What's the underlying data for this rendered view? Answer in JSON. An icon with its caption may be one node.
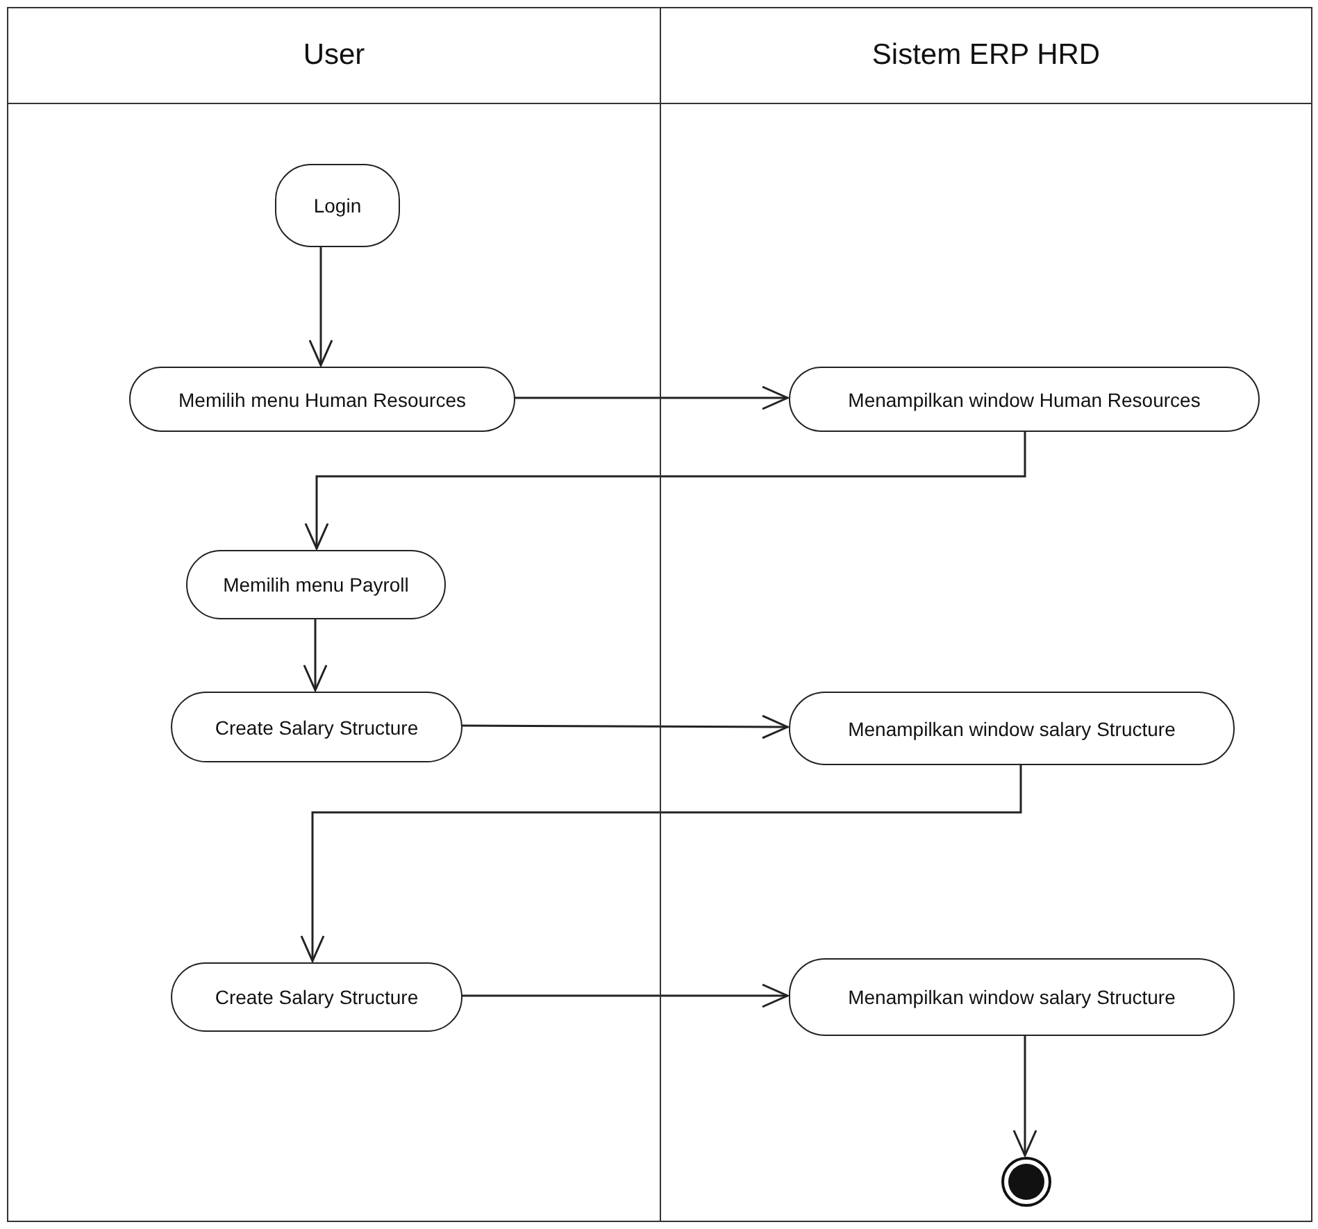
{
  "diagram": {
    "nodes": [
      {
        "text": [
          "User"
        ]
      },
      {
        "text": [
          "Sistem ERP HRD"
        ]
      },
      {
        "text": [
          "Login"
        ],
        "in": 0
      },
      {
        "text": [
          "Memilih menu Human Resources"
        ],
        "in": 0
      },
      {
        "text": [
          "Menampilkan window Human Resources"
        ],
        "in": 1
      },
      {
        "text": [
          "Memilih menu Payroll"
        ],
        "in": 0
      },
      {
        "text": [
          "Create Salary Structure"
        ],
        "in": 0
      },
      {
        "text": [
          "Menampilkan window salary Structure"
        ],
        "in": 1
      },
      {
        "text": [
          "Create Salary Structure"
        ],
        "in": 0
      },
      {
        "text": [
          "Menampilkan window salary Structure"
        ],
        "in": 1
      },
      {
        "text": [],
        "shape": "circle",
        "in": 1
      }
    ],
    "edges": [
      {
        "from": 2,
        "to": 3,
        "arrow": "to"
      },
      {
        "from": 3,
        "to": 4,
        "arrow": "to"
      },
      {
        "from": 4,
        "to": 5,
        "arrow": "to"
      },
      {
        "from": 5,
        "to": 6,
        "arrow": "to"
      },
      {
        "from": 6,
        "to": 7,
        "arrow": "to"
      },
      {
        "from": 7,
        "to": 8,
        "arrow": "to"
      },
      {
        "from": 8,
        "to": 9,
        "arrow": "to"
      },
      {
        "from": 9,
        "to": 10,
        "arrow": "to"
      }
    ]
  }
}
